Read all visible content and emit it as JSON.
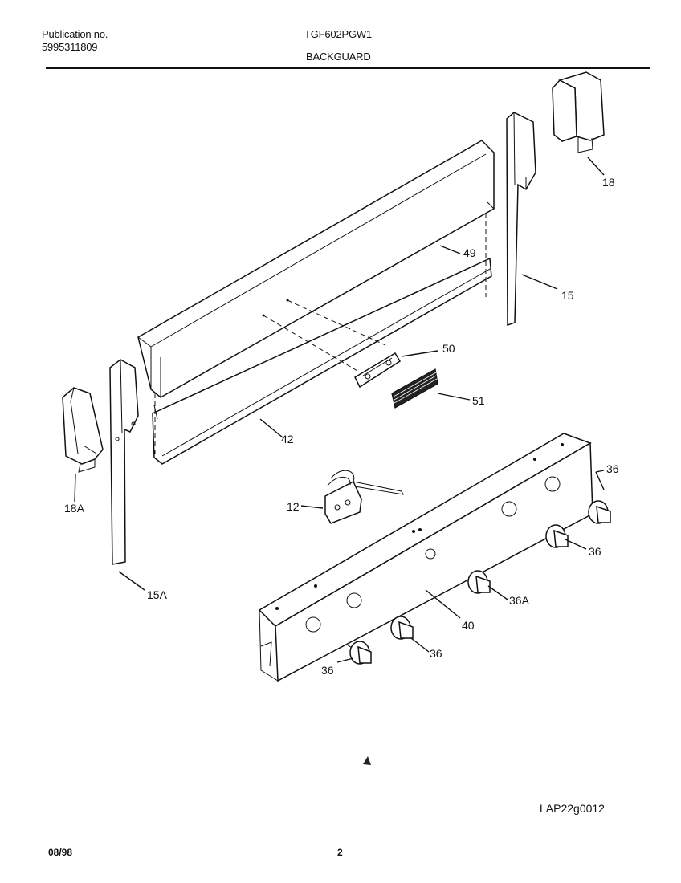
{
  "header": {
    "publication_label": "Publication no.",
    "publication_number": "5995311809",
    "model": "TGF602PGW1",
    "section": "BACKGUARD"
  },
  "diagram_code": "LAP22g0012",
  "footer": {
    "date": "08/98",
    "page": "2"
  },
  "callouts": {
    "c18": "18",
    "c49": "49",
    "c15": "15",
    "c50": "50",
    "c51": "51",
    "c42": "42",
    "c18A": "18A",
    "c12": "12",
    "c15A": "15A",
    "c36a": "36",
    "c36b": "36",
    "c36A": "36A",
    "c40": "40",
    "c36c": "36",
    "c36d": "36"
  }
}
